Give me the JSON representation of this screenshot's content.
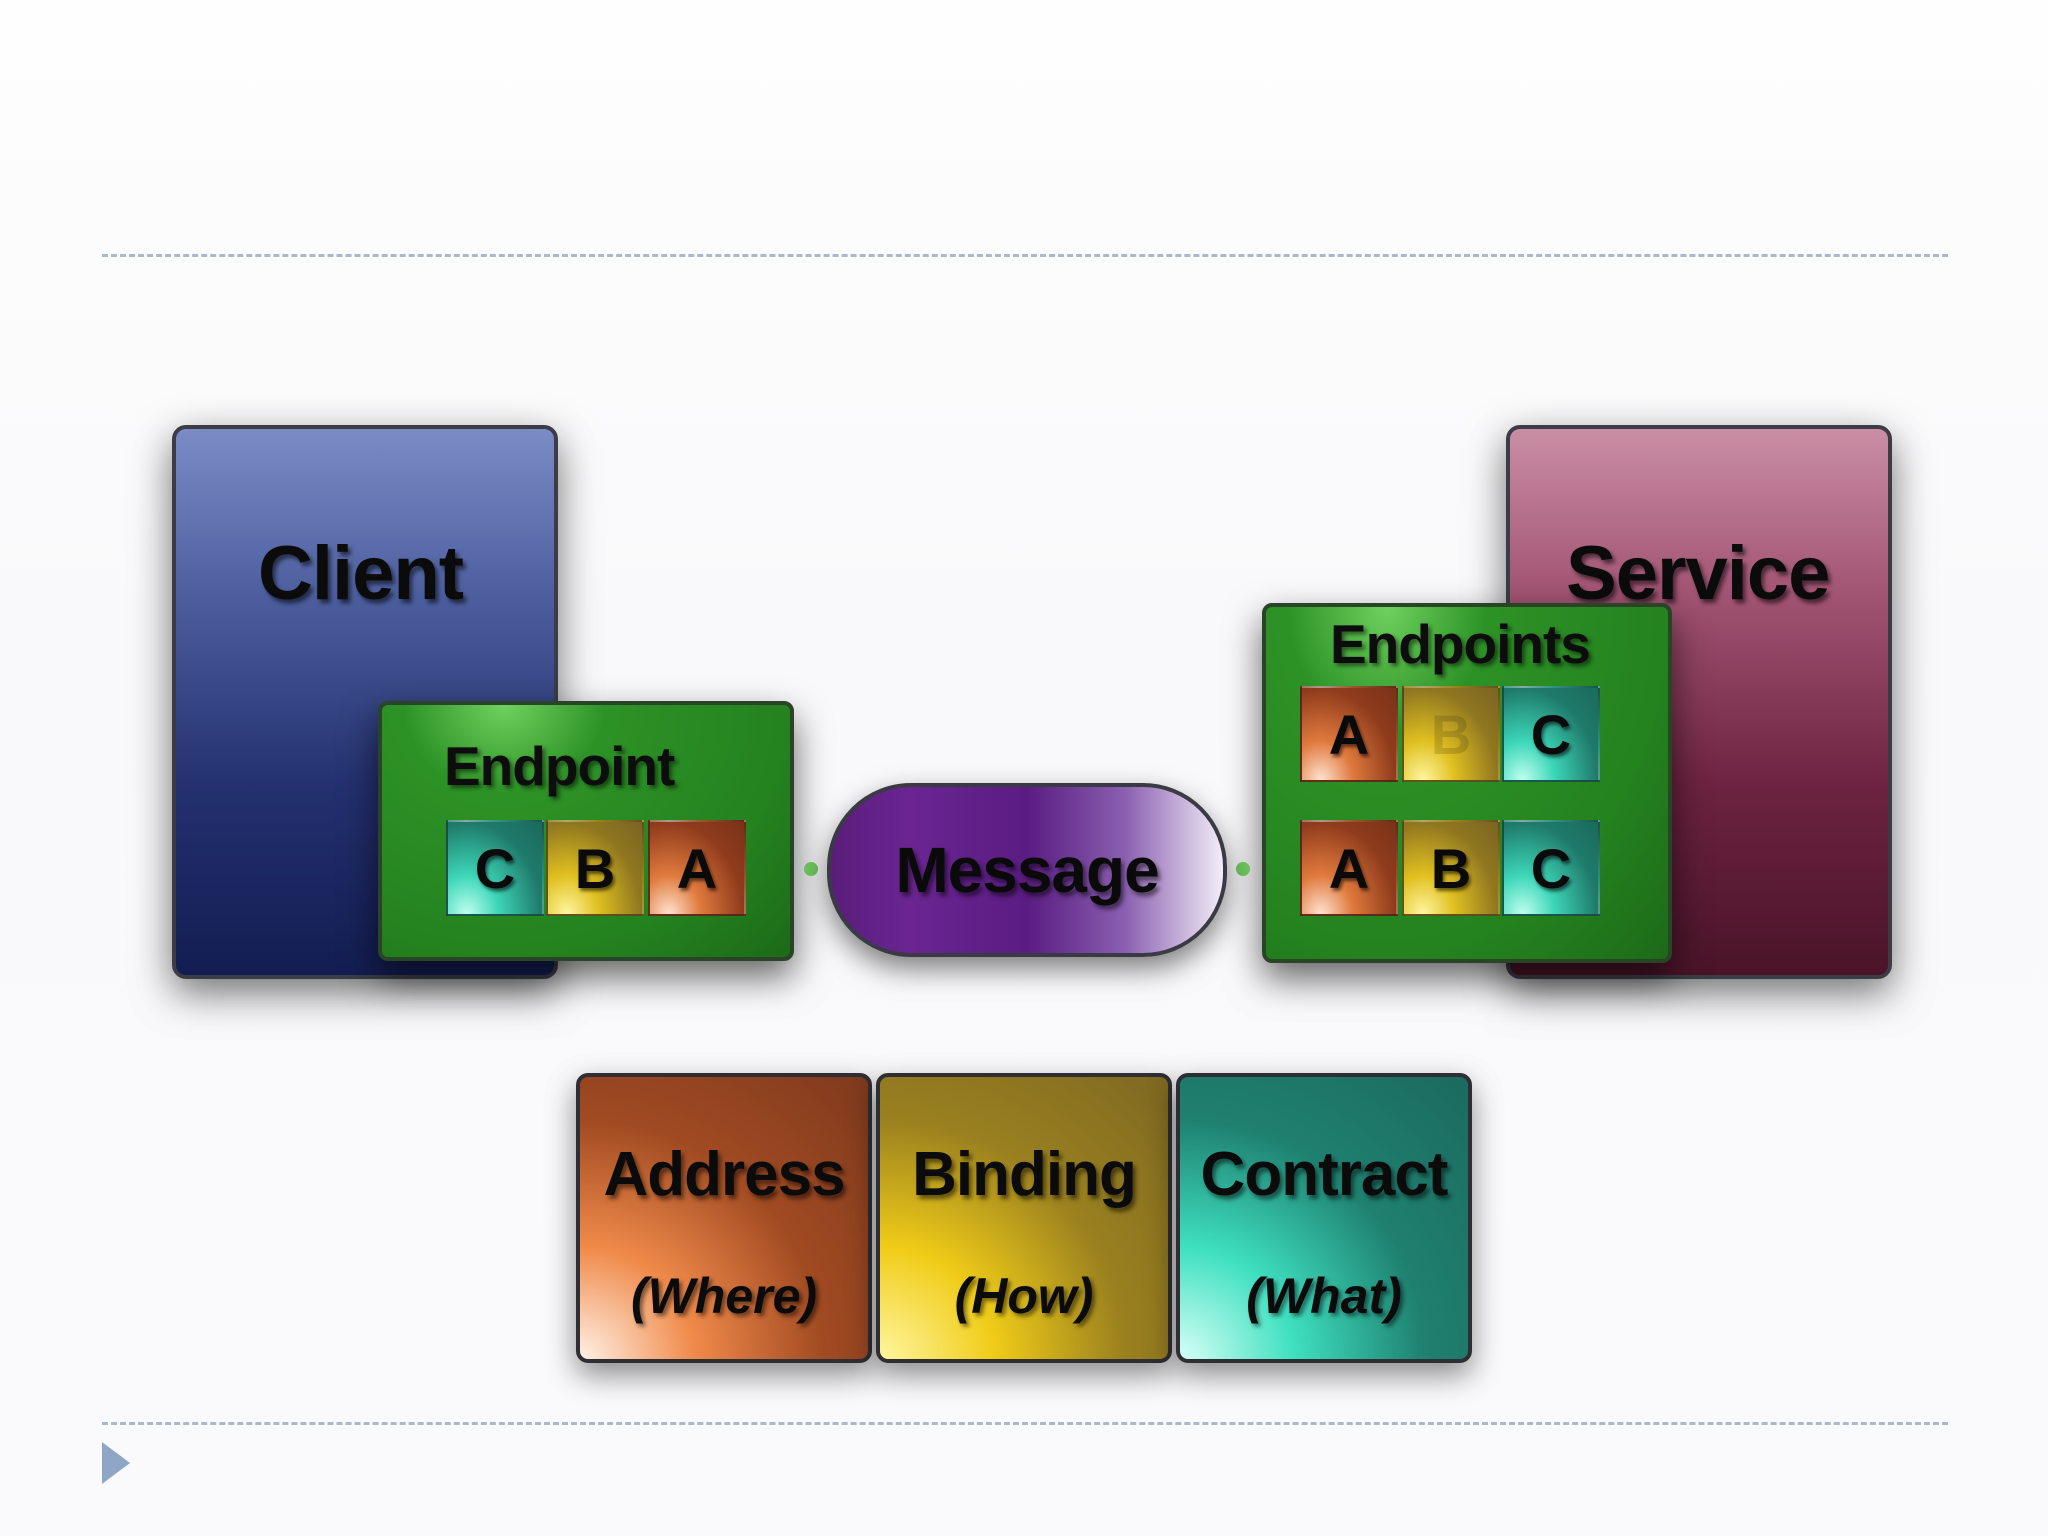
{
  "client": {
    "label": "Client"
  },
  "service": {
    "label": "Service"
  },
  "client_endpoint": {
    "label": "Endpoint",
    "tiles": [
      "C",
      "B",
      "A"
    ]
  },
  "service_endpoints": {
    "label": "Endpoints",
    "row1": [
      "A",
      "B",
      "C"
    ],
    "row2": [
      "A",
      "B",
      "C"
    ]
  },
  "message": {
    "label": "Message"
  },
  "abc": {
    "address": {
      "title": "Address",
      "subtitle": "(Where)"
    },
    "binding": {
      "title": "Binding",
      "subtitle": "(How)"
    },
    "contract": {
      "title": "Contract",
      "subtitle": "(What)"
    }
  },
  "colors": {
    "client": "#243170",
    "service": "#6d2341",
    "endpoint": "#24821f",
    "message": "#5a1c82",
    "address": "#8f3b1c",
    "binding": "#8f7620",
    "contract": "#1f7a6a",
    "divider": "#a9b8cb"
  },
  "icons": {
    "nav": "play-triangle-icon"
  }
}
